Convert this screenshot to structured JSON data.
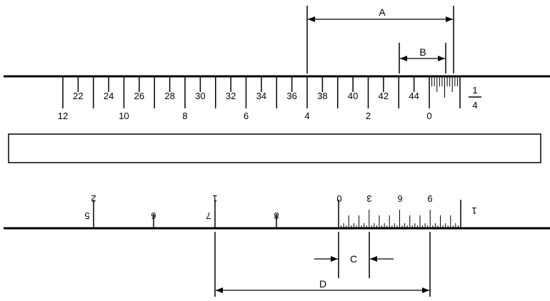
{
  "dimensions": {
    "A": "A",
    "B": "B",
    "C": "C",
    "D": "D"
  },
  "top_scale": {
    "upper_labels": [
      "22",
      "24",
      "26",
      "28",
      "30",
      "32",
      "34",
      "36",
      "38",
      "40",
      "42",
      "44"
    ],
    "lower_labels": [
      "12",
      "10",
      "8",
      "6",
      "4",
      "2",
      "0"
    ],
    "fraction_numerator": "1",
    "fraction_denominator": "4"
  },
  "bottom_scale": {
    "labels": [
      "5",
      "6",
      "7",
      "8"
    ],
    "inverted_labels": [
      "2",
      "1",
      "0",
      "3",
      "6",
      "9",
      "1"
    ]
  }
}
